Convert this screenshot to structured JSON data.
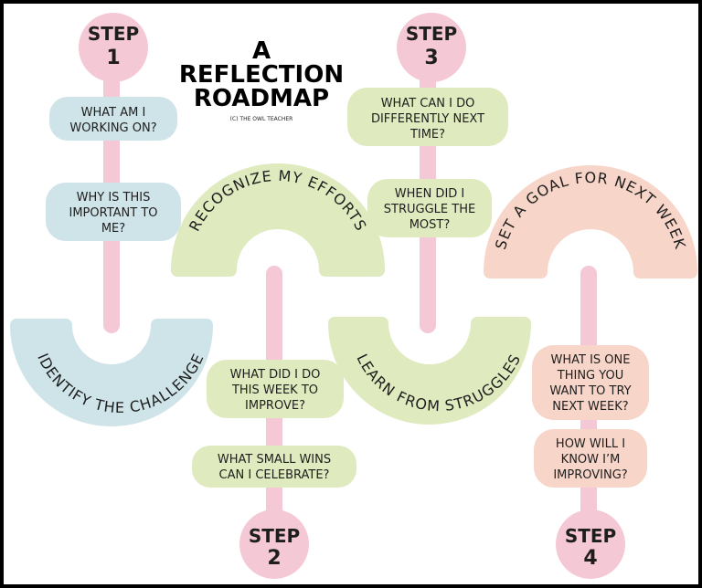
{
  "title": {
    "line1": "A",
    "line2": "REFLECTION",
    "line3": "ROADMAP",
    "credit": "(C) THE OWL TEACHER"
  },
  "colors": {
    "pink": "#f4c8d4",
    "blue": "#cfe4e8",
    "green": "#dfeabf",
    "peach": "#f7d5c8",
    "stem": "#f4c8d4",
    "text": "#1e1e1e"
  },
  "steps": [
    {
      "label": "STEP",
      "number": "1",
      "arch": "IDENTIFY THE CHALLENGE",
      "questions": [
        "WHAT AM I",
        "WORKING ON?",
        "WHY IS THIS",
        "IMPORTANT TO",
        "ME?"
      ]
    },
    {
      "label": "STEP",
      "number": "2",
      "arch": "RECOGNIZE MY EFFORTS",
      "questions": [
        "WHAT DID I DO",
        "THIS WEEK TO",
        "IMPROVE?",
        "WHAT SMALL WINS",
        "CAN I CELEBRATE?"
      ]
    },
    {
      "label": "STEP",
      "number": "3",
      "arch": "LEARN FROM STRUGGLES",
      "questions": [
        "WHAT CAN I DO",
        "DIFFERENTLY NEXT",
        "TIME?",
        "WHEN DID I",
        "STRUGGLE THE",
        "MOST?"
      ]
    },
    {
      "label": "STEP",
      "number": "4",
      "arch": "SET A GOAL FOR NEXT WEEK",
      "questions": [
        "WHAT IS ONE",
        "THING YOU",
        "WANT TO TRY",
        "NEXT WEEK?",
        "HOW WILL I",
        "KNOW I’M",
        "IMPROVING?"
      ]
    }
  ]
}
